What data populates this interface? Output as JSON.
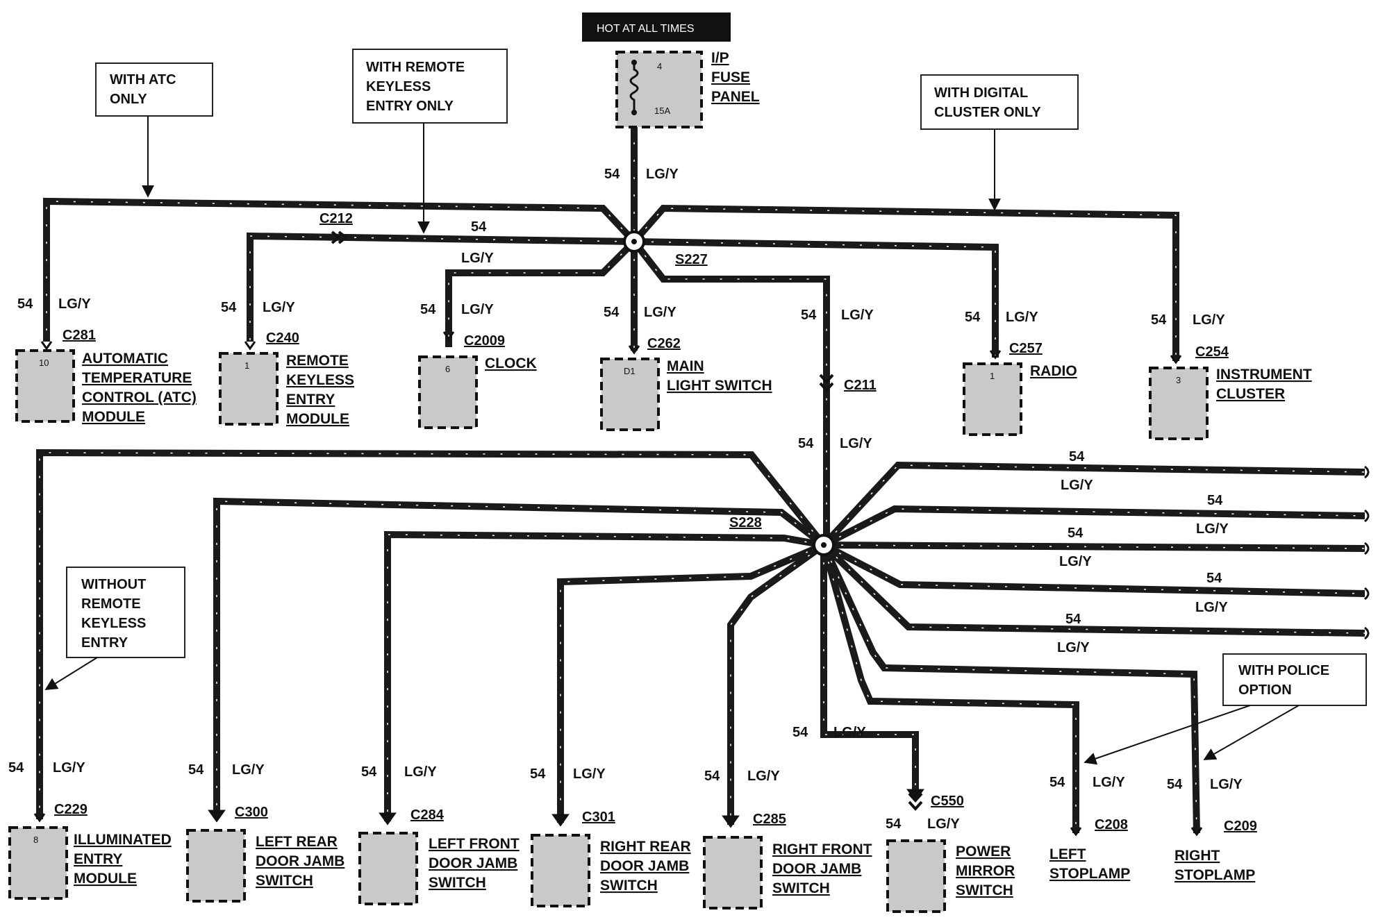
{
  "header": {
    "hot_at_all_times": "HOT AT ALL TIMES"
  },
  "fuse": {
    "pin_top": "4",
    "rating": "15A",
    "label": [
      "I/P",
      "FUSE",
      "PANEL"
    ]
  },
  "circuit": {
    "number": "54",
    "color": "LG/Y"
  },
  "splices": {
    "s227": "S227",
    "s228": "S228"
  },
  "inline_connectors": {
    "c212": "C212",
    "c211": "C211",
    "c550": "C550"
  },
  "notes": {
    "atc": [
      "WITH ATC",
      "ONLY"
    ],
    "keyless": [
      "WITH REMOTE",
      "KEYLESS",
      "ENTRY ONLY"
    ],
    "digital": [
      "WITH DIGITAL",
      "CLUSTER ONLY"
    ],
    "without_keyless": [
      "WITHOUT",
      "REMOTE",
      "KEYLESS",
      "ENTRY"
    ],
    "police": [
      "WITH POLICE",
      "OPTION"
    ]
  },
  "components": {
    "atc": {
      "connector": "C281",
      "pin": "10",
      "name": [
        "AUTOMATIC",
        "TEMPERATURE",
        "CONTROL (ATC)",
        "MODULE"
      ]
    },
    "rke": {
      "connector": "C240",
      "pin": "1",
      "name": [
        "REMOTE",
        "KEYLESS",
        "ENTRY",
        "MODULE"
      ]
    },
    "clock": {
      "connector": "C2009",
      "pin": "6",
      "name": [
        "CLOCK"
      ]
    },
    "main_light": {
      "connector": "C262",
      "pin": "D1",
      "name": [
        "MAIN",
        "LIGHT SWITCH"
      ]
    },
    "radio": {
      "connector": "C257",
      "pin": "1",
      "name": [
        "RADIO"
      ]
    },
    "cluster": {
      "connector": "C254",
      "pin": "3",
      "name": [
        "INSTRUMENT",
        "CLUSTER"
      ]
    },
    "illum": {
      "connector": "C229",
      "pin": "8",
      "name": [
        "ILLUMINATED",
        "ENTRY",
        "MODULE"
      ]
    },
    "lr_door": {
      "connector": "C300",
      "pin": "",
      "name": [
        "LEFT REAR",
        "DOOR JAMB",
        "SWITCH"
      ]
    },
    "lf_door": {
      "connector": "C284",
      "pin": "",
      "name": [
        "LEFT FRONT",
        "DOOR JAMB",
        "SWITCH"
      ]
    },
    "rr_door": {
      "connector": "C301",
      "pin": "",
      "name": [
        "RIGHT REAR",
        "DOOR JAMB",
        "SWITCH"
      ]
    },
    "rf_door": {
      "connector": "C285",
      "pin": "",
      "name": [
        "RIGHT FRONT",
        "DOOR JAMB",
        "SWITCH"
      ]
    },
    "mirror": {
      "connector": "",
      "pin": "",
      "name": [
        "POWER",
        "MIRROR",
        "SWITCH"
      ]
    },
    "l_stop": {
      "connector": "C208",
      "pin": "",
      "name": [
        "LEFT",
        "STOPLAMP"
      ]
    },
    "r_stop": {
      "connector": "C209",
      "pin": "",
      "name": [
        "RIGHT",
        "STOPLAMP"
      ]
    }
  }
}
